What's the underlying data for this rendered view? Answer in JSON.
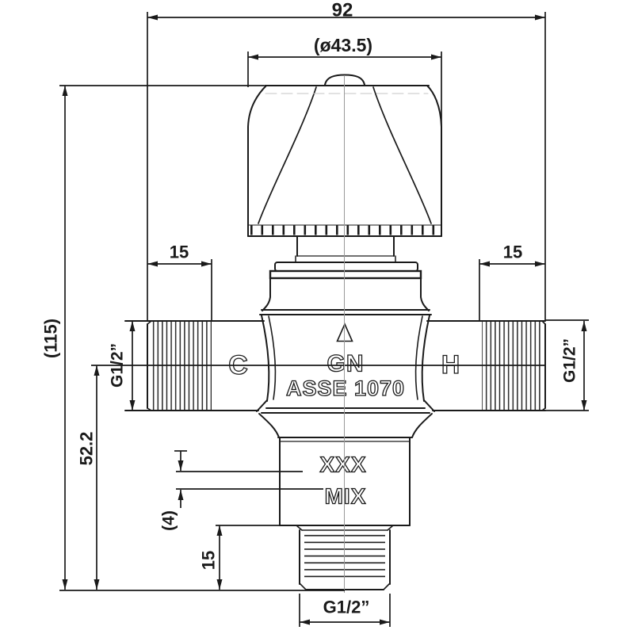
{
  "drawing": {
    "colors": {
      "line": "#1a1a1a",
      "centerline": "#9a9a9a",
      "background": "#ffffff"
    },
    "dimensions": {
      "total_width": "92",
      "knob_diameter": "(ø43.5)",
      "total_height": "(115)",
      "center_to_bottom": "52.2",
      "left_thread_length": "15",
      "right_thread_length": "15",
      "bottom_thread_length": "15",
      "marking_offset": "(4)",
      "left_port": "G1/2”",
      "right_port": "G1/2”",
      "bottom_port": "G1/2”"
    },
    "markings": {
      "cold": "C",
      "hot": "H",
      "brand": "GN",
      "standard": "ASSE 1070",
      "model": "XXX",
      "outlet": "MIX"
    }
  }
}
